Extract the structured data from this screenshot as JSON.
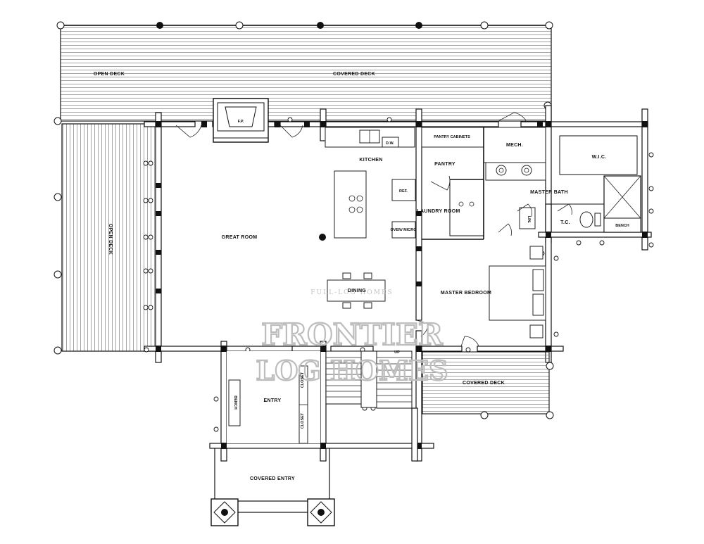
{
  "labels": {
    "open_deck_top": "OPEN DECK",
    "covered_deck_top": "COVERED DECK",
    "open_deck_side": "OPEN DECK",
    "fireplace": "F.P.",
    "kitchen": "KITCHEN",
    "dw": "D.W.",
    "pantry_cabinets": "PANTRY CABINETS",
    "pantry": "PANTRY",
    "mech": "MECH.",
    "wic": "W.I.C.",
    "master_bath": "MASTER BATH",
    "ref": "REF.",
    "laundry_room": "LAUNDRY ROOM",
    "oven_micro": "OVEN/ MICRO",
    "great_room": "GREAT ROOM",
    "dining": "DINING",
    "master_bedroom": "MASTER BEDROOM",
    "tc": "T.C.",
    "lin": "LIN.",
    "bench_bath": "BENCH",
    "covered_deck_right": "COVERED DECK",
    "entry": "ENTRY",
    "bench_entry": "BENCH",
    "closet_upper": "CLOSET",
    "closet_lower": "CLOSET",
    "up": "UP",
    "covered_entry": "COVERED ENTRY"
  },
  "watermark": {
    "brand_line1": "FRONTIER",
    "brand_line2": "LOG HOMES",
    "tagline": "FULL-LOG HOMES"
  }
}
